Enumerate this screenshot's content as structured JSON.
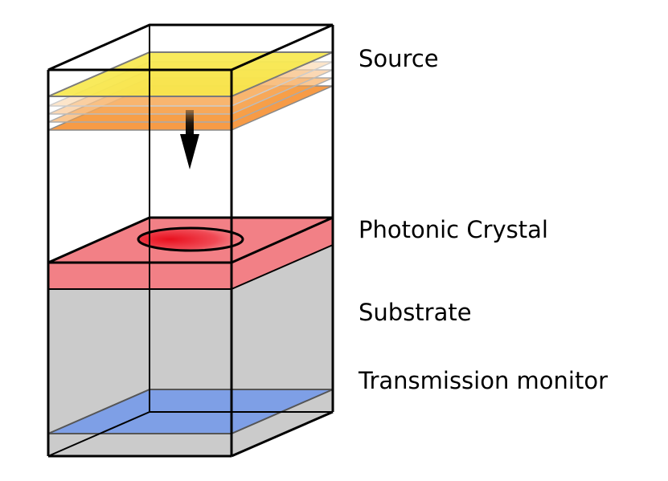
{
  "labels": {
    "source": "Source",
    "photonic_crystal": "Photonic Crystal",
    "substrate": "Substrate",
    "transmission_monitor": "Transmission monitor"
  },
  "colors": {
    "source_plane": "#f7e84a",
    "source_layers": "#f7963c",
    "photonic_crystal": "#f28086",
    "crystal_defect": "#e8101e",
    "substrate": "#cbcbcb",
    "monitor_plane": "#7e9fe6",
    "outline": "#000000"
  },
  "icons": {
    "propagation_arrow": "down-arrow-icon"
  }
}
